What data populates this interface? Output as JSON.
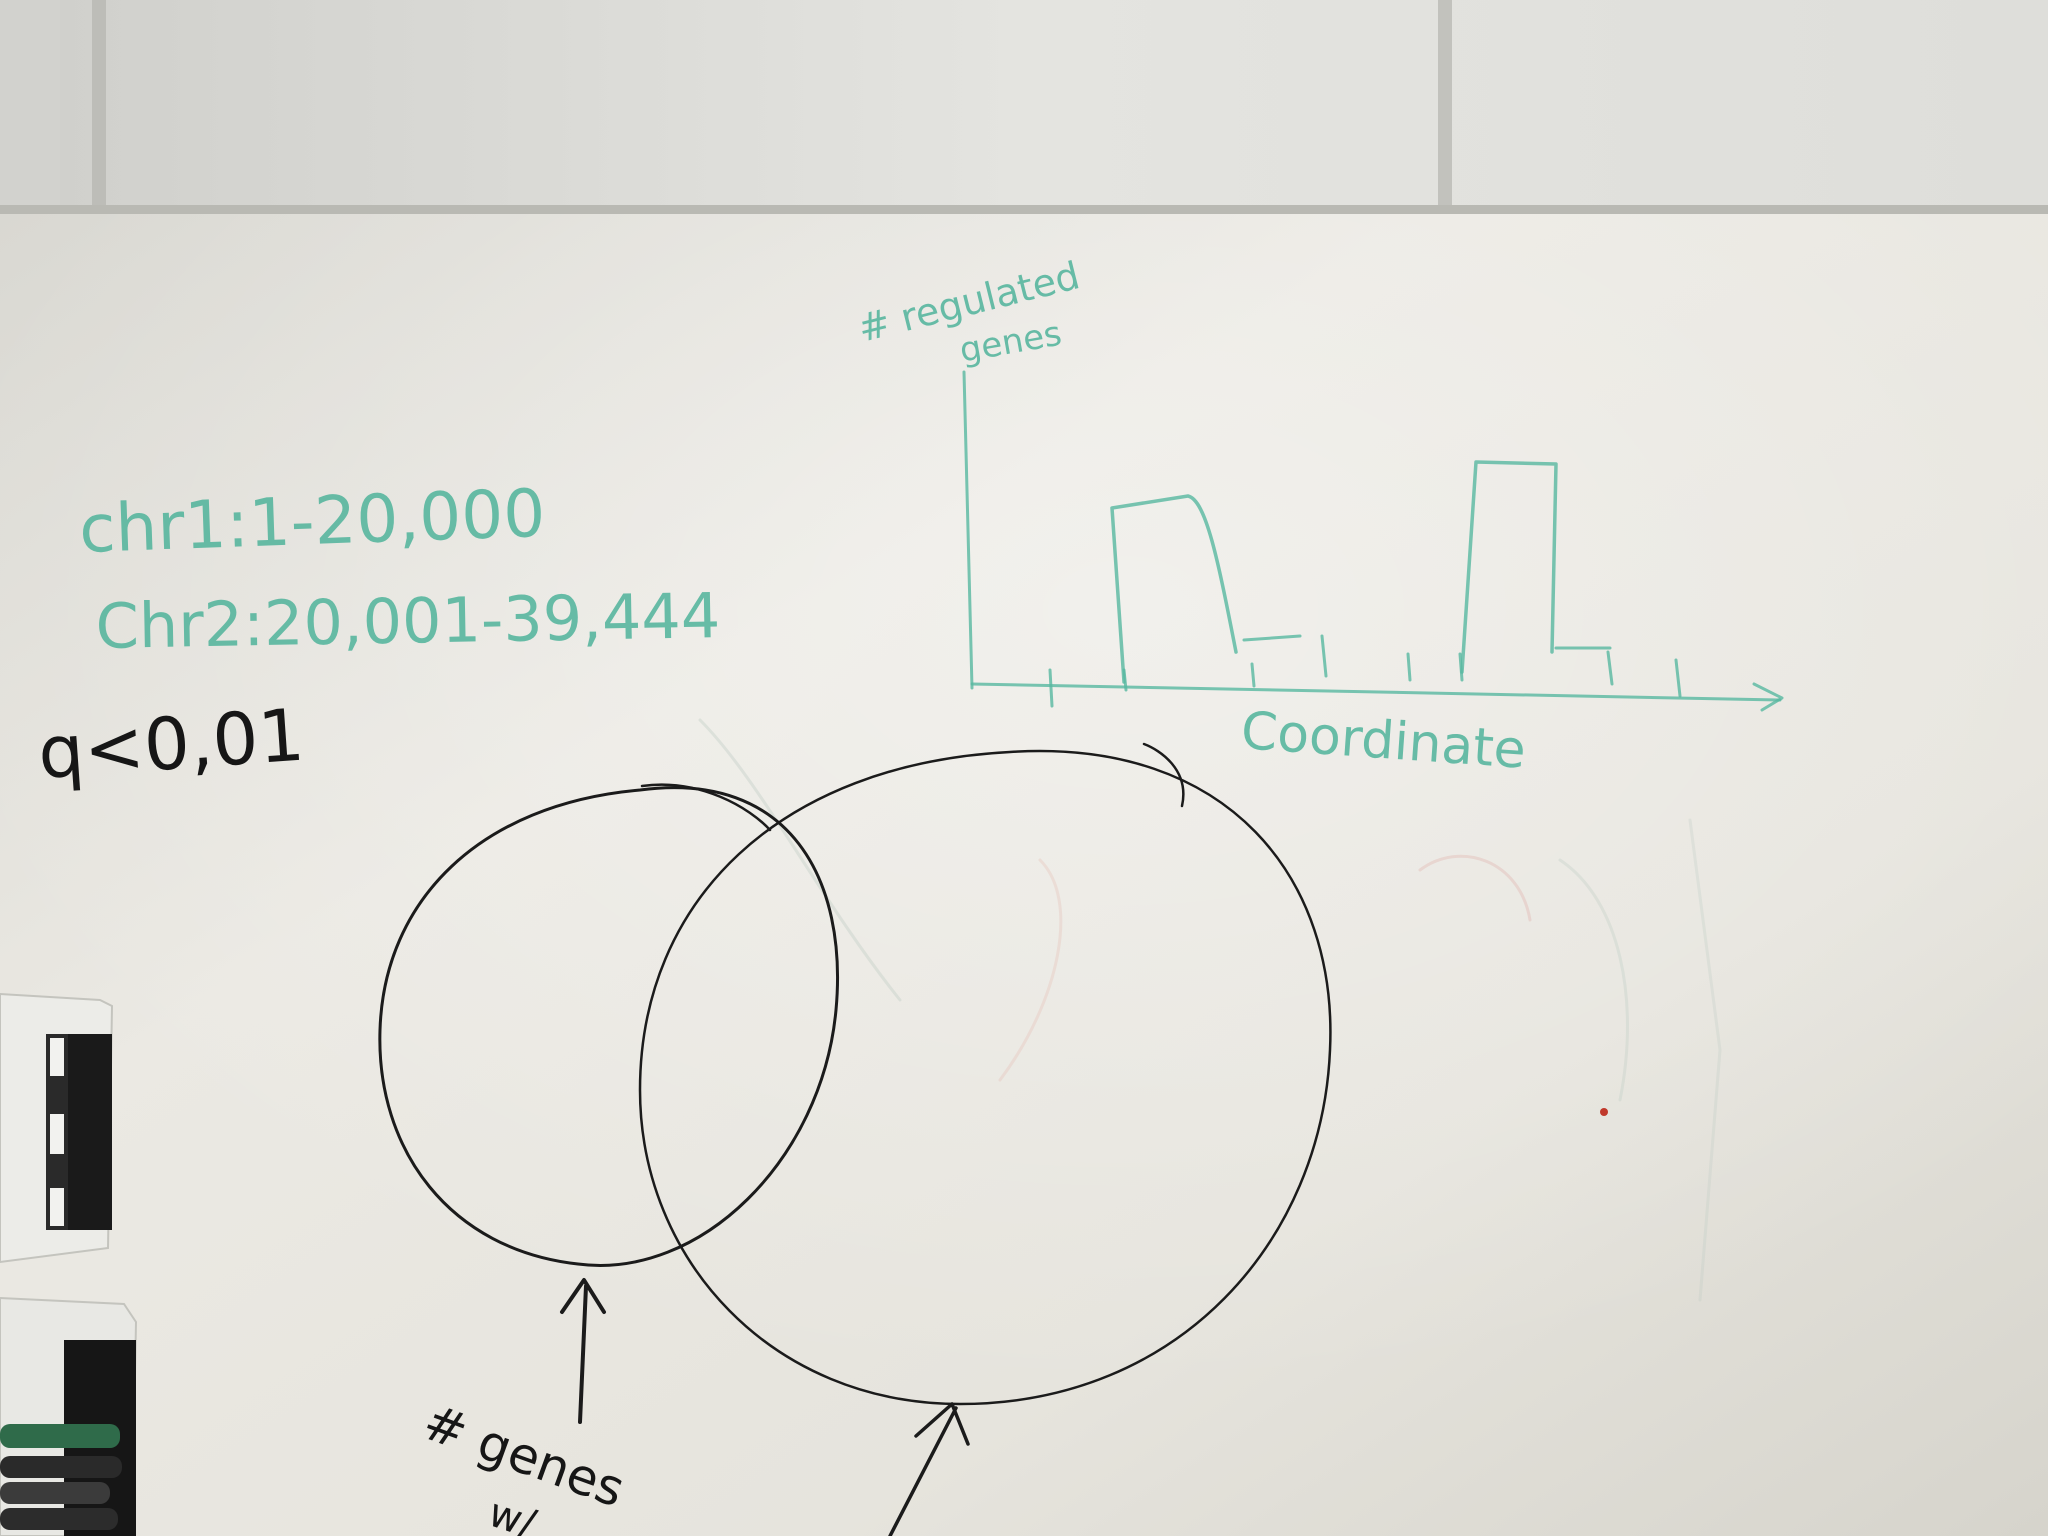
{
  "whiteboard": {
    "notes": {
      "line1": "chr1:1-20,000",
      "line2": "Chr2:20,001-39,444",
      "threshold": "q<0,01"
    },
    "chart_axis_labels": {
      "ylabel_line1": "# regulated",
      "ylabel_line2": "genes",
      "xlabel": "Coordinate"
    },
    "venn_annotation": {
      "line1": "# genes",
      "line2": "w/"
    }
  },
  "colors": {
    "green_marker": "#4fb39a",
    "black_marker": "#161616",
    "board": "#e8e6e0",
    "wall": "#dcdcd8"
  },
  "icons": {
    "marker_holder": "marker-holder-icon",
    "eraser": "eraser-icon"
  }
}
